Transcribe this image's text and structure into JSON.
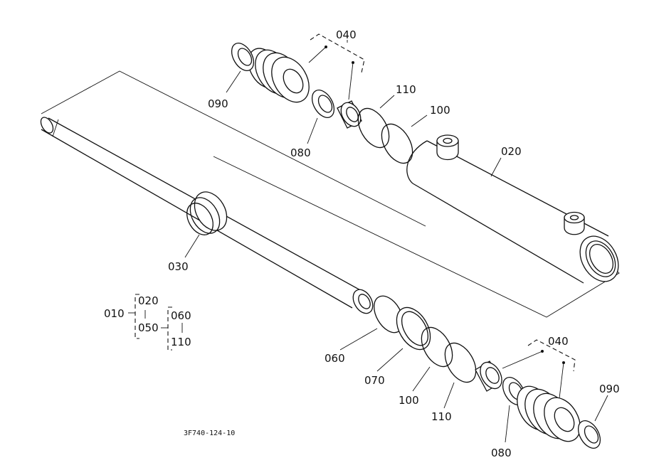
{
  "drawing_code": "3F740-124-10",
  "parts": {
    "p040_top": "040",
    "p090_top": "090",
    "p080_top": "080",
    "p110_top": "110",
    "p100_top": "100",
    "p020": "020",
    "p030": "030",
    "p060": "060",
    "p070": "070",
    "p100_bottom": "100",
    "p110_bottom": "110",
    "p040_bottom": "040",
    "p080_bottom": "080",
    "p090_bottom": "090"
  },
  "assembly_tree": {
    "root": "010",
    "level1": [
      "020",
      "050"
    ],
    "level2": [
      "060",
      "110"
    ]
  }
}
